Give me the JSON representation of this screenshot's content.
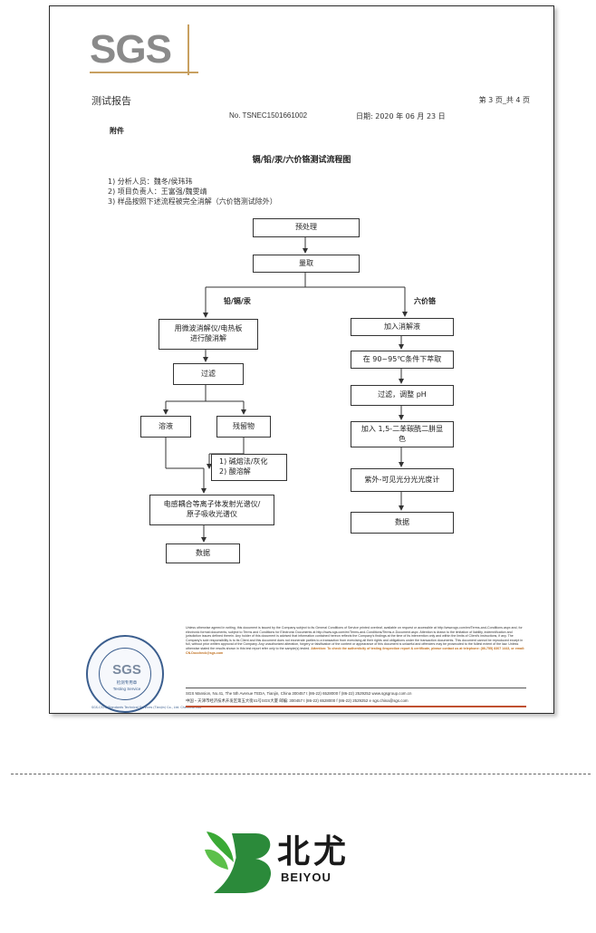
{
  "header": {
    "logo_text": "SGS",
    "report_title": "测试报告",
    "page_indicator": "第 3 页_共 4 页",
    "report_no": "No. TSNEC1501661002",
    "date": "日期: 2020 年 06 月 23 日"
  },
  "appendix_label": "附件",
  "flowchart": {
    "title": "镉/铅/汞/六价铬测试流程图",
    "info": [
      "1)  分析人员：魏冬/侯玮玮",
      "2)  项目负责人：王富强/魏雯靖",
      "3)  样品按照下述流程被完全消解（六价铬测试除外）"
    ],
    "pre": "预处理",
    "weigh": "量取",
    "left_branch_label": "铅/镉/汞",
    "right_branch_label": "六价铬",
    "left": {
      "digest": "用微波消解仪/电热板\n进行酸消解",
      "filter": "过滤",
      "solution": "溶液",
      "residue": "残留物",
      "residue_method": "1)  碱熔法/灰化\n2)  酸溶解",
      "instrument": "电感耦合等离子体发射光谱仪/\n原子吸收光谱仪",
      "data": "数据"
    },
    "right": {
      "add_digest": "加入消解液",
      "extract": "在 90~95℃条件下萃取",
      "filter_ph": "过滤，调整 pH",
      "add_reagent": "加入 1,5-二苯碳酰二肼显\n色",
      "uv": "紫外-可见光分光光度计",
      "data": "数据"
    }
  },
  "footer": {
    "seal_logo": "SGS",
    "seal_line1": "检测专用章",
    "seal_line2": "Testing Service",
    "seal_ring": "SGS-CSTC Standards Technical Services (Tianjin) Co., Ltd. Chemical Lab",
    "disclaimer": "Unless otherwise agreed in writing, this document is issued by the Company subject to its General Conditions of Service printed overleaf, available on request or accessible at http://www.sgs.com/en/Terms-and-Conditions.aspx and, for electronic format documents, subject to Terms and Conditions for Electronic Documents at http://www.sgs.com/en/Terms-and-Conditions/Terms-e-Document.aspx. Attention is drawn to the limitation of liability, indemnification and jurisdiction issues defined therein. Any holder of this document is advised that information contained hereon reflects the Company's findings at the time of its intervention only and within the limits of Client's instructions, if any. The Company's sole responsibility is to its Client and this document does not exonerate parties to a transaction from exercising all their rights and obligations under the transaction documents. This document cannot be reproduced except in full, without prior written approval of the Company. Any unauthorized alteration, forgery or falsification of the content or appearance of this document is unlawful and offenders may be prosecuted to the fullest extent of the law. Unless otherwise stated the results shown in this test report refer only to the sample(s) tested.",
    "attention": "Attention: To check the authenticity of testing /inspection report & certificate, please contact us at telephone: (86-755) 8307 1443, or email: CN.Doccheck@sgs.com",
    "addr_en": "SGS Mansion, No.41, The 5th Avenue TEDA, Tianjin, China  300457    t (86-22) 6528000  f (86-22) 2529252        www.sgsgroup.com.cn",
    "addr_cn": "中国・天津市经济技术开发区第五大街41号SGS大厦      邮编: 300457    t (86-22) 6528000  f (86-22) 2529252        e sgs.china@sgs.com"
  },
  "brand": {
    "name_cn": "北尤",
    "name_en": "BEIYOU",
    "green": "#3aa935",
    "dark_green": "#1f6e2a"
  }
}
